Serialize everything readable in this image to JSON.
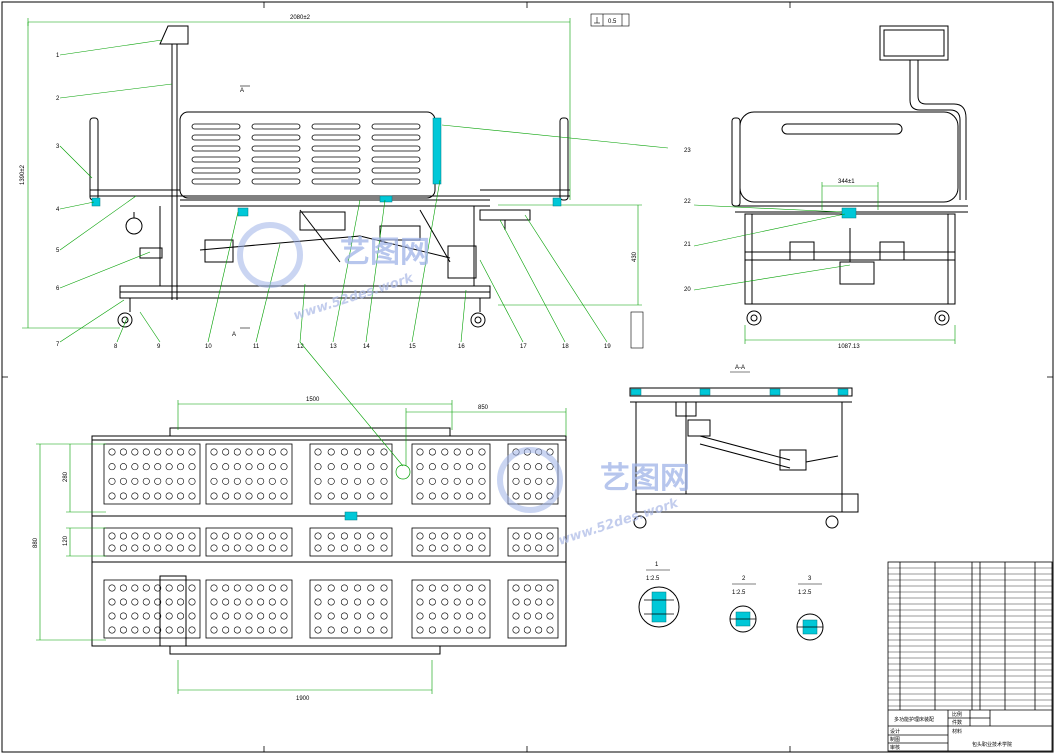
{
  "side_view": {
    "overall_length": "2080±2",
    "overall_height": "1390±2",
    "height_right": "430",
    "tolerance_box": "0.5",
    "section_mark": "A",
    "section_mark_low": "A",
    "callouts": [
      "1",
      "2",
      "3",
      "4",
      "5",
      "6",
      "7",
      "8",
      "9",
      "10",
      "11",
      "12",
      "13",
      "14",
      "15",
      "16",
      "17",
      "18",
      "19"
    ]
  },
  "end_view": {
    "width": "1087.13",
    "inner_dim": "344±1",
    "callouts": [
      "22",
      "21",
      "20"
    ],
    "callout_23": "23"
  },
  "plan_view": {
    "dim_top": "1500",
    "dim_right": "850",
    "dim_left_total": "880",
    "dim_left_a": "280",
    "dim_left_b": "120",
    "dim_bottom": "1900"
  },
  "section": {
    "label": "A-A"
  },
  "details": [
    {
      "num": "1",
      "scale": "1:2.5"
    },
    {
      "num": "2",
      "scale": "1:2.5"
    },
    {
      "num": "3",
      "scale": "1:2.5"
    }
  ],
  "title_block": {
    "title": "多功能护理床装配",
    "school": "包头职业技术学院",
    "material": "材料",
    "label_scale": "比例",
    "label_count": "件数",
    "rows": [
      "设计",
      "制图",
      "审核"
    ]
  },
  "watermark": {
    "logo_text": "艺图网",
    "url": "www.52des.work"
  }
}
